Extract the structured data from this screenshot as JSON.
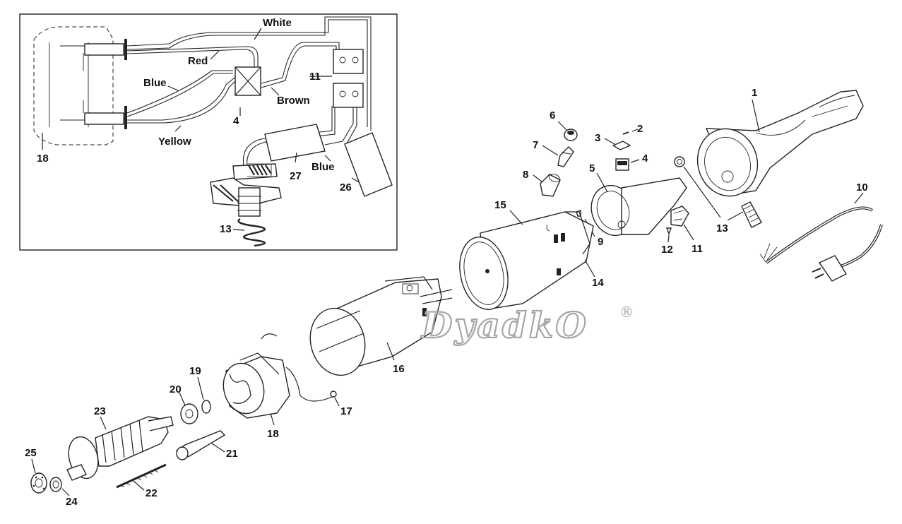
{
  "inset": {
    "wire_labels": {
      "white": "White",
      "red": "Red",
      "blue_top": "Blue",
      "brown": "Brown",
      "yellow": "Yellow",
      "blue_bottom": "Blue"
    },
    "callouts": {
      "c18": "18",
      "c4": "4",
      "c11": "11",
      "c27": "27",
      "c26": "26",
      "c13": "13"
    }
  },
  "parts": {
    "p1": "1",
    "p2": "2",
    "p3": "3",
    "p4": "4",
    "p5": "5",
    "p6": "6",
    "p7": "7",
    "p8": "8",
    "p9": "9",
    "p10": "10",
    "p11": "11",
    "p12": "12",
    "p13": "13",
    "p14": "14",
    "p15": "15",
    "p16": "16",
    "p17": "17",
    "p18": "18",
    "p19": "19",
    "p20": "20",
    "p21": "21",
    "p22": "22",
    "p23": "23",
    "p24": "24",
    "p25": "25"
  },
  "watermark": {
    "text": "DyadkO",
    "symbol": "®"
  }
}
